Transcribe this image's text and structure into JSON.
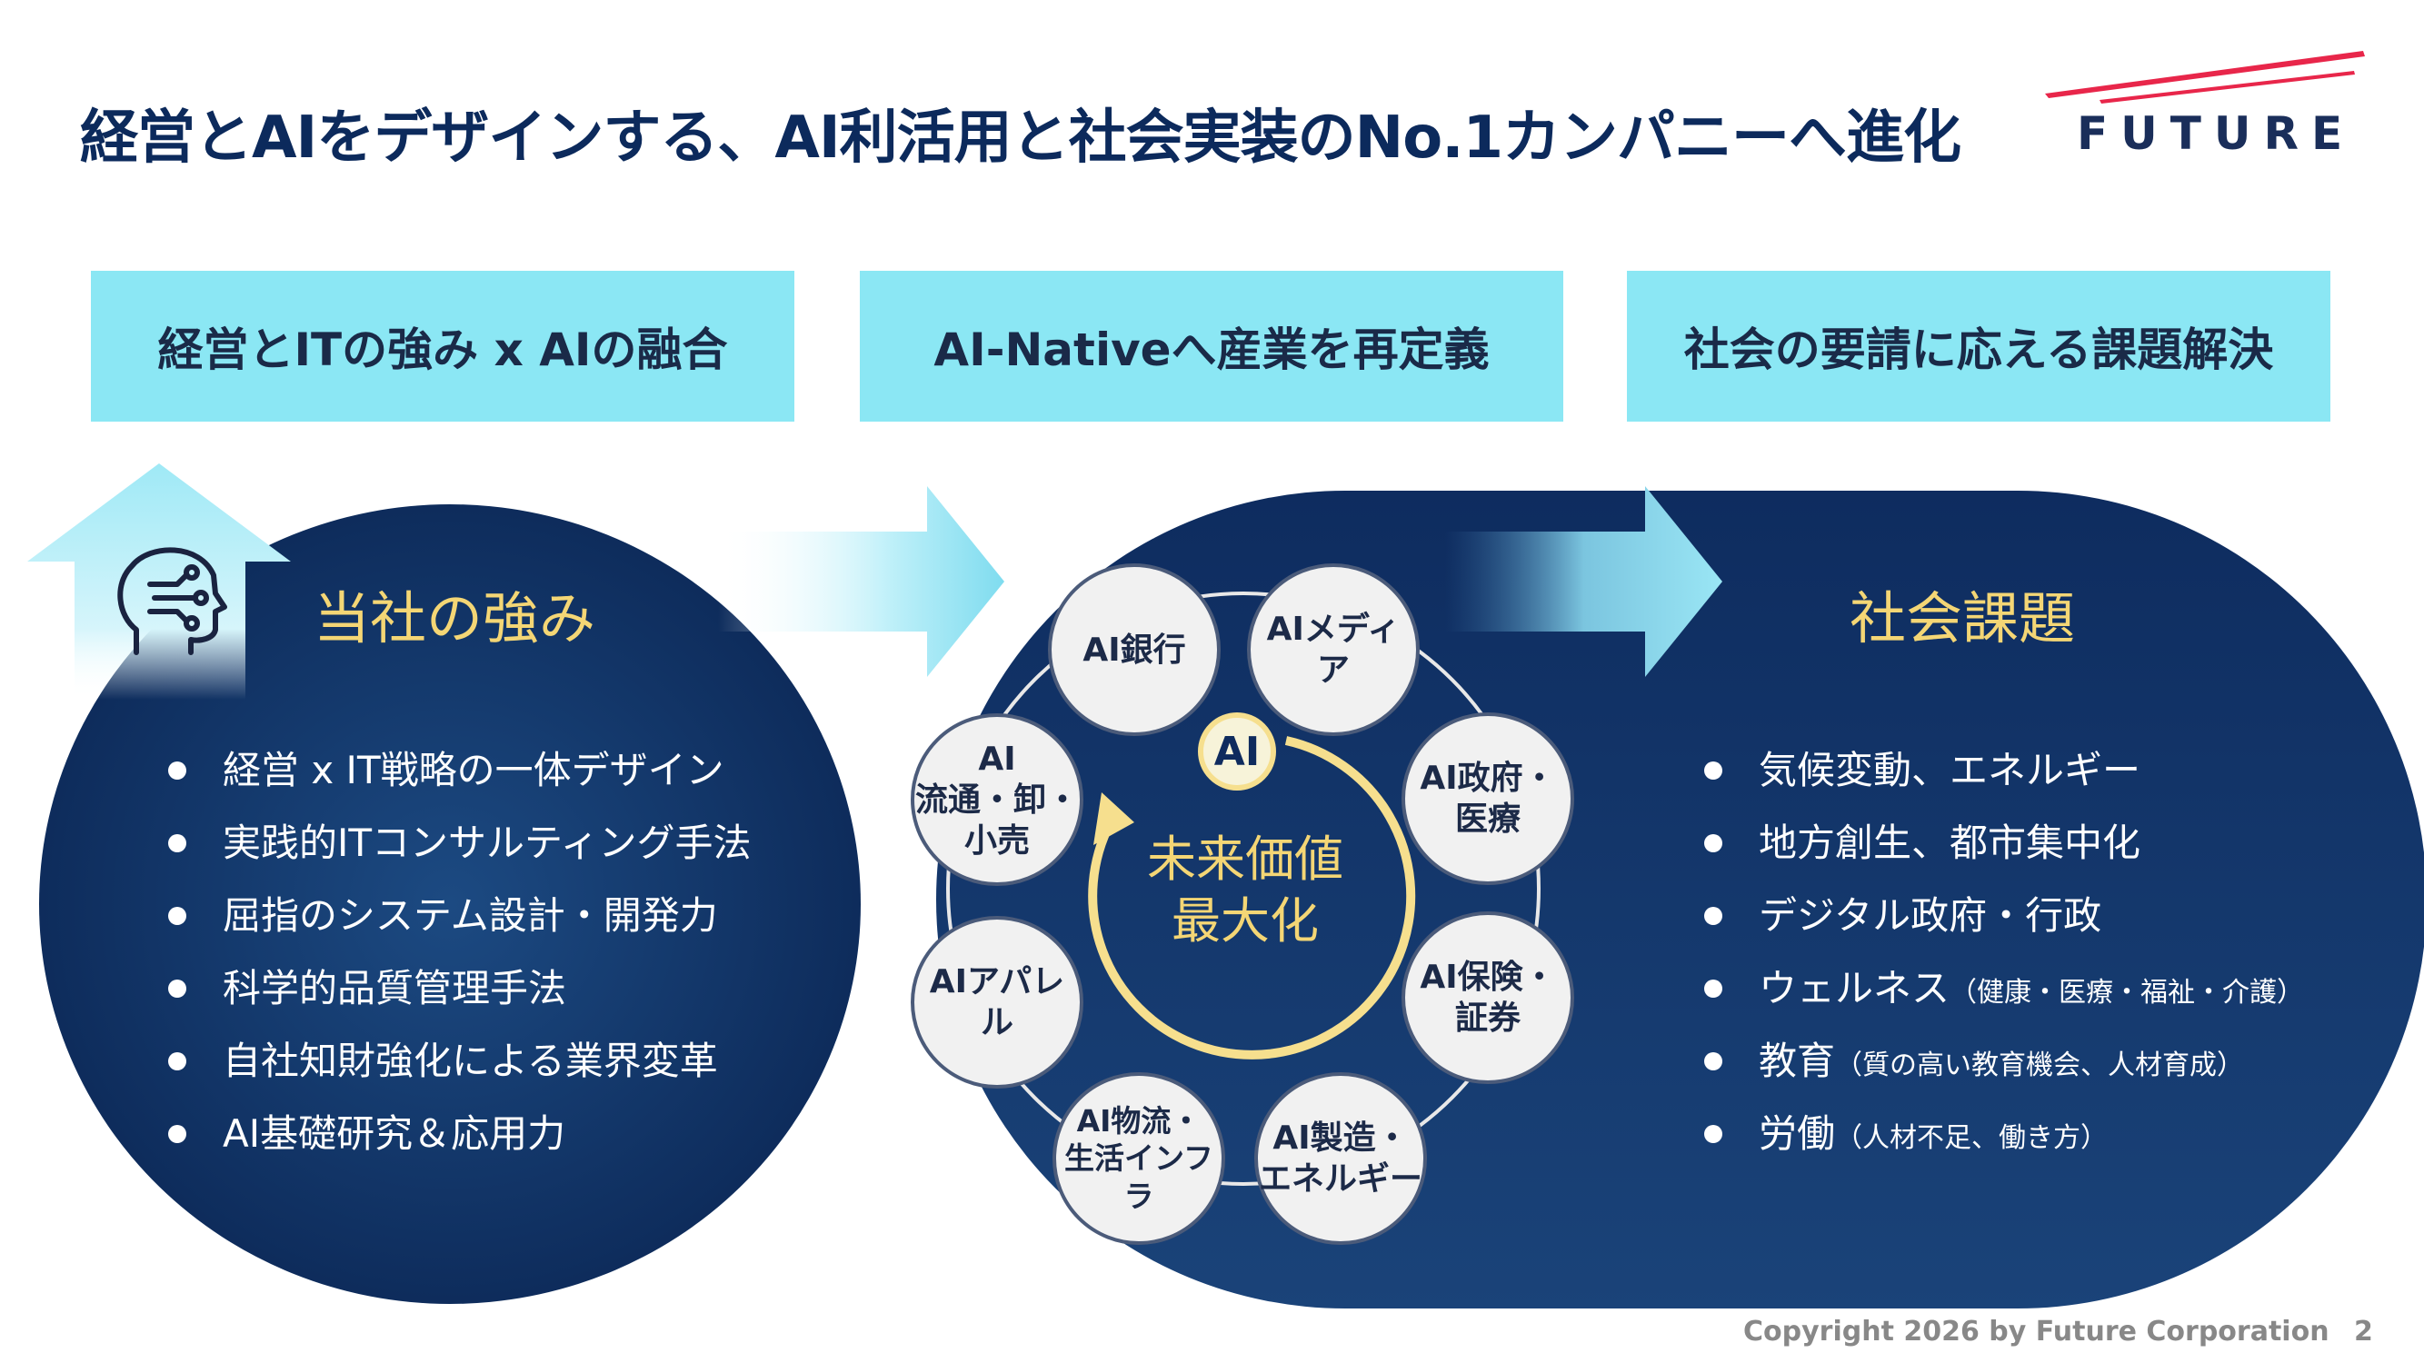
{
  "slide": {
    "title": "経営とAIをデザインする、AI利活用と社会実装のNo.1カンパニーへ進化",
    "logo_text": "FUTURE",
    "footer": "Copyright 2026 by Future  Corporation",
    "page_number": "2"
  },
  "pillars": [
    {
      "label": "経営とITの強み x AIの融合"
    },
    {
      "label": "AI-Nativeへ産業を再定義"
    },
    {
      "label": "社会の要請に応える課題解決"
    }
  ],
  "strengths": {
    "title": "当社の強み",
    "icon": "ai-head-icon",
    "items": [
      "経営 x IT戦略の一体デザイン",
      "実践的ITコンサルティング手法",
      "屈指のシステム設計・開発力",
      "科学的品質管理手法",
      "自社知財強化による業界変革",
      "AI基礎研究＆応用力"
    ]
  },
  "cycle": {
    "badge": "AI",
    "center_line1": "未来価値",
    "center_line2": "最大化",
    "nodes": [
      "AI銀行",
      "AIメディア",
      "AI政府・\n医療",
      "AI保険・\n証券",
      "AI製造・\nエネルギー",
      "AI物流・\n生活インフラ",
      "AIアパレル",
      "AI\n流通・卸・\n小売"
    ]
  },
  "social": {
    "title": "社会課題",
    "items": [
      {
        "main": "気候変動、エネルギー",
        "sub": ""
      },
      {
        "main": "地方創生、都市集中化",
        "sub": ""
      },
      {
        "main": "デジタル政府・行政",
        "sub": ""
      },
      {
        "main": "ウェルネス",
        "sub": "（健康・医療・福祉・介護）"
      },
      {
        "main": "教育",
        "sub": "（質の高い教育機会、人材育成）"
      },
      {
        "main": "労働",
        "sub": "（人材不足、働き方）"
      }
    ]
  },
  "colors": {
    "navy": "#0c2a5c",
    "cyan": "#8be7f4",
    "gold": "#f4d675",
    "logo_red": "#e8264a"
  }
}
